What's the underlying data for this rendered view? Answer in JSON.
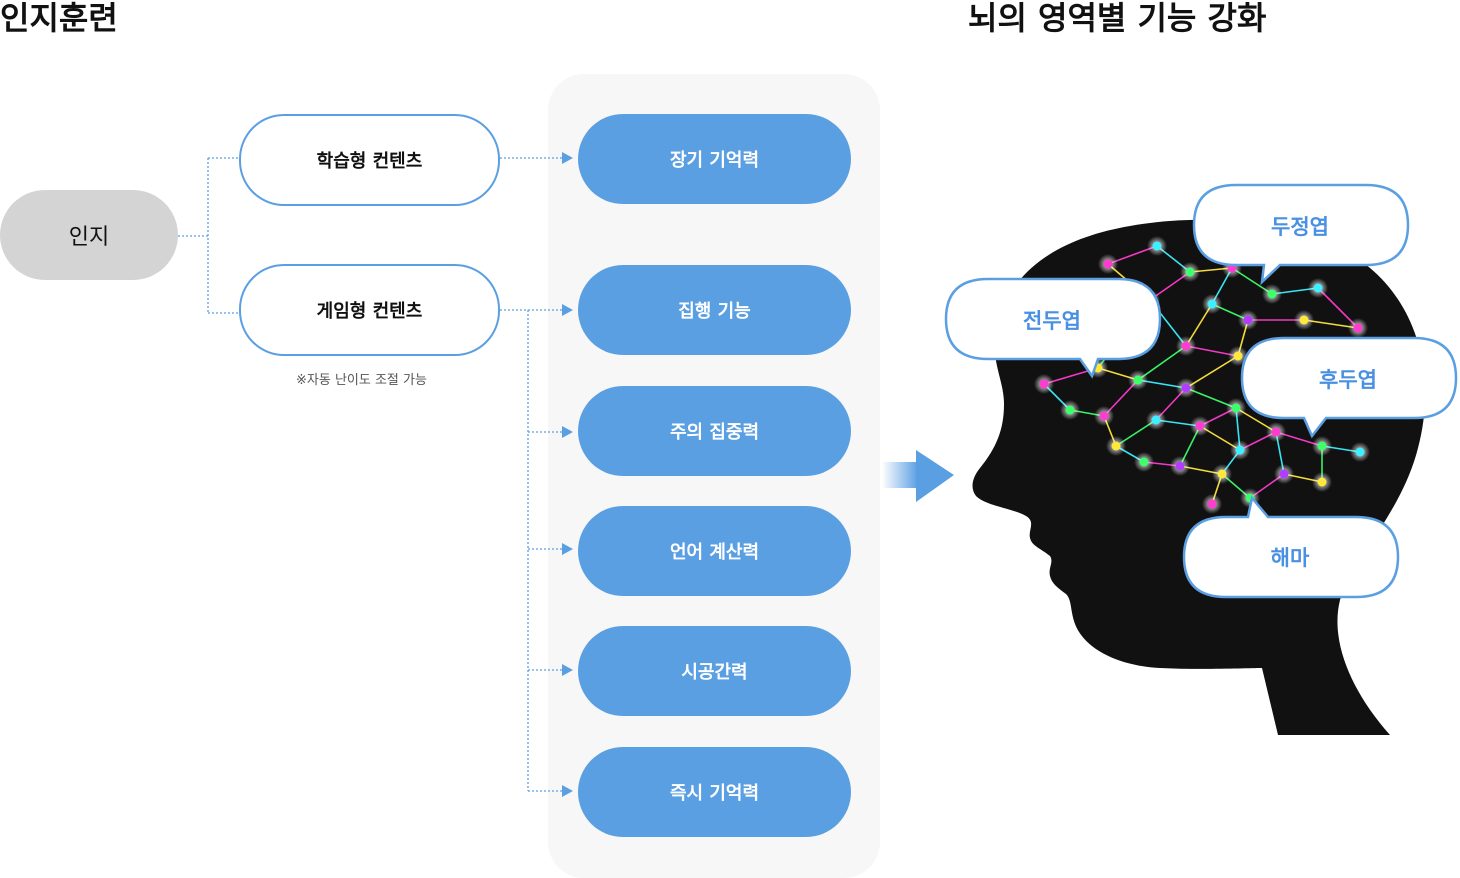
{
  "headings": {
    "left": "인지훈련",
    "right": "뇌의 영역별 기능 강화"
  },
  "root": {
    "label": "인지"
  },
  "content_types": [
    {
      "label": "학습형 컨텐츠"
    },
    {
      "label": "게임형 컨텐츠"
    }
  ],
  "note": "※자동 난이도 조절 가능",
  "abilities": [
    {
      "label": "장기 기억력"
    },
    {
      "label": "집행 기능"
    },
    {
      "label": "주의 집중력"
    },
    {
      "label": "언어 계산력"
    },
    {
      "label": "시공간력"
    },
    {
      "label": "즉시 기억력"
    }
  ],
  "brain_regions": [
    {
      "label": "두정엽"
    },
    {
      "label": "전두엽"
    },
    {
      "label": "후두엽"
    },
    {
      "label": "해마"
    }
  ],
  "colors": {
    "accent_blue": "#5b9fe3",
    "root_gray": "#d4d4d4",
    "panel_bg": "#f7f7f7",
    "bubble_text": "#4a90e2"
  }
}
